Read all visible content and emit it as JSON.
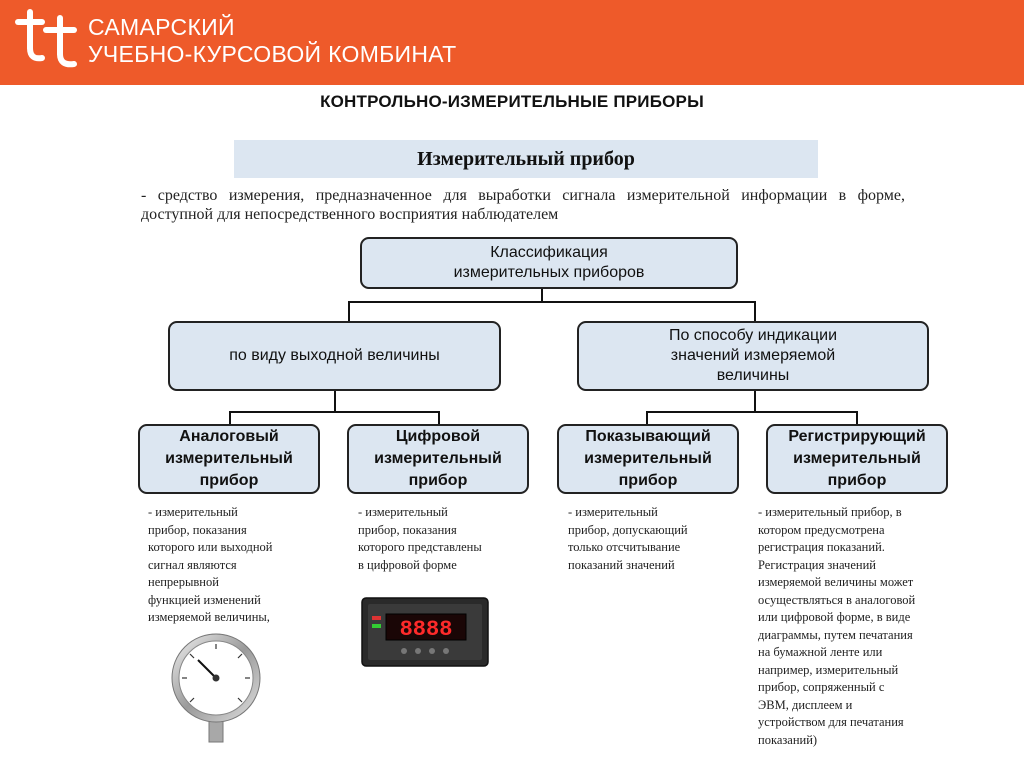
{
  "header": {
    "org_line1": "САМАРСКИЙ",
    "org_line2": "УЧЕБНО-КУРСОВОЙ КОМБИНАТ",
    "bg_color": "#ee5a2a"
  },
  "title": "КОНТРОЛЬНО-ИЗМЕРИТЕЛЬНЫЕ ПРИБОРЫ",
  "subtitle": "Измерительный прибор",
  "definition": "- средство измерения, предназначенное для выработки сигнала измерительной информации в форме, доступной для непосредственного восприятия наблюдателем",
  "diagram": {
    "root": {
      "line1": "Классификация",
      "line2": "измерительных приборов"
    },
    "branch_left": {
      "label": "по виду выходной величины"
    },
    "branch_right": {
      "line1": "По способу индикации",
      "line2": "значений измеряемой",
      "line3": "величины"
    },
    "leaves": [
      {
        "line1": "Аналоговый",
        "line2": "измерительный",
        "line3": "прибор",
        "desc": [
          "- измерительный",
          "прибор, показания",
          "которого или выходной",
          "сигнал являются",
          "непрерывной",
          "функцией изменений",
          "измеряемой величины,"
        ]
      },
      {
        "line1": "Цифровой",
        "line2": "измерительный",
        "line3": "прибор",
        "desc": [
          "- измерительный",
          "прибор, показания",
          "которого представлены",
          "в цифровой форме"
        ]
      },
      {
        "line1": "Показывающий",
        "line2": "измерительный",
        "line3": "прибор",
        "desc": [
          "- измерительный",
          "прибор, допускающий",
          "только отсчитывание",
          "показаний значений"
        ]
      },
      {
        "line1": "Регистрирующий",
        "line2": "измерительный",
        "line3": "прибор",
        "desc": [
          "- измерительный прибор, в",
          "котором предусмотрена",
          "регистрация показаний.",
          "Регистрация значений",
          "измеряемой величины может",
          "осуществляться в аналоговой",
          "или цифровой форме, в виде",
          "диаграммы, путем печатания",
          "на бумажной  ленте  или",
          "например, измерительный",
          "прибор, сопряженный с",
          "ЭВМ, дисплеем и",
          "устройством для печатания",
          "показаний)"
        ]
      }
    ],
    "box_fill": "#dce6f1"
  },
  "digital_display": "8888"
}
